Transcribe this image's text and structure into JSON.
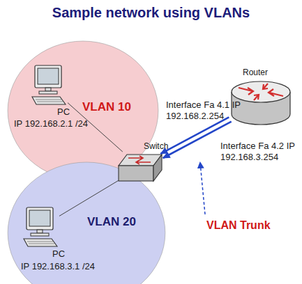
{
  "diagram": {
    "title": "Sample network using VLANs",
    "nodes": [
      {
        "text": [
          "VLAN 10"
        ]
      },
      {
        "text": [
          "PC",
          "IP 192.168.2.1 /24"
        ],
        "in": 0
      },
      {
        "text": [
          "VLAN 20"
        ]
      },
      {
        "text": [
          "PC",
          "IP 192.168.3.1 /24"
        ],
        "in": 2
      },
      {
        "text": [
          "Switch"
        ]
      },
      {
        "text": [
          "Router"
        ]
      }
    ],
    "edges": [
      {
        "from": 1,
        "to": 4,
        "arrow": "none"
      },
      {
        "from": 3,
        "to": 4,
        "arrow": "none"
      },
      {
        "from": 5,
        "to": 4,
        "label": "Interface Fa 4.1 IP 192.168.2.254",
        "arrow": "to"
      },
      {
        "from": 5,
        "to": 4,
        "label": "Interface Fa 4.2 IP 192.168.3.254",
        "arrow": "to"
      }
    ],
    "labels": [
      "VLAN Trunk"
    ]
  }
}
